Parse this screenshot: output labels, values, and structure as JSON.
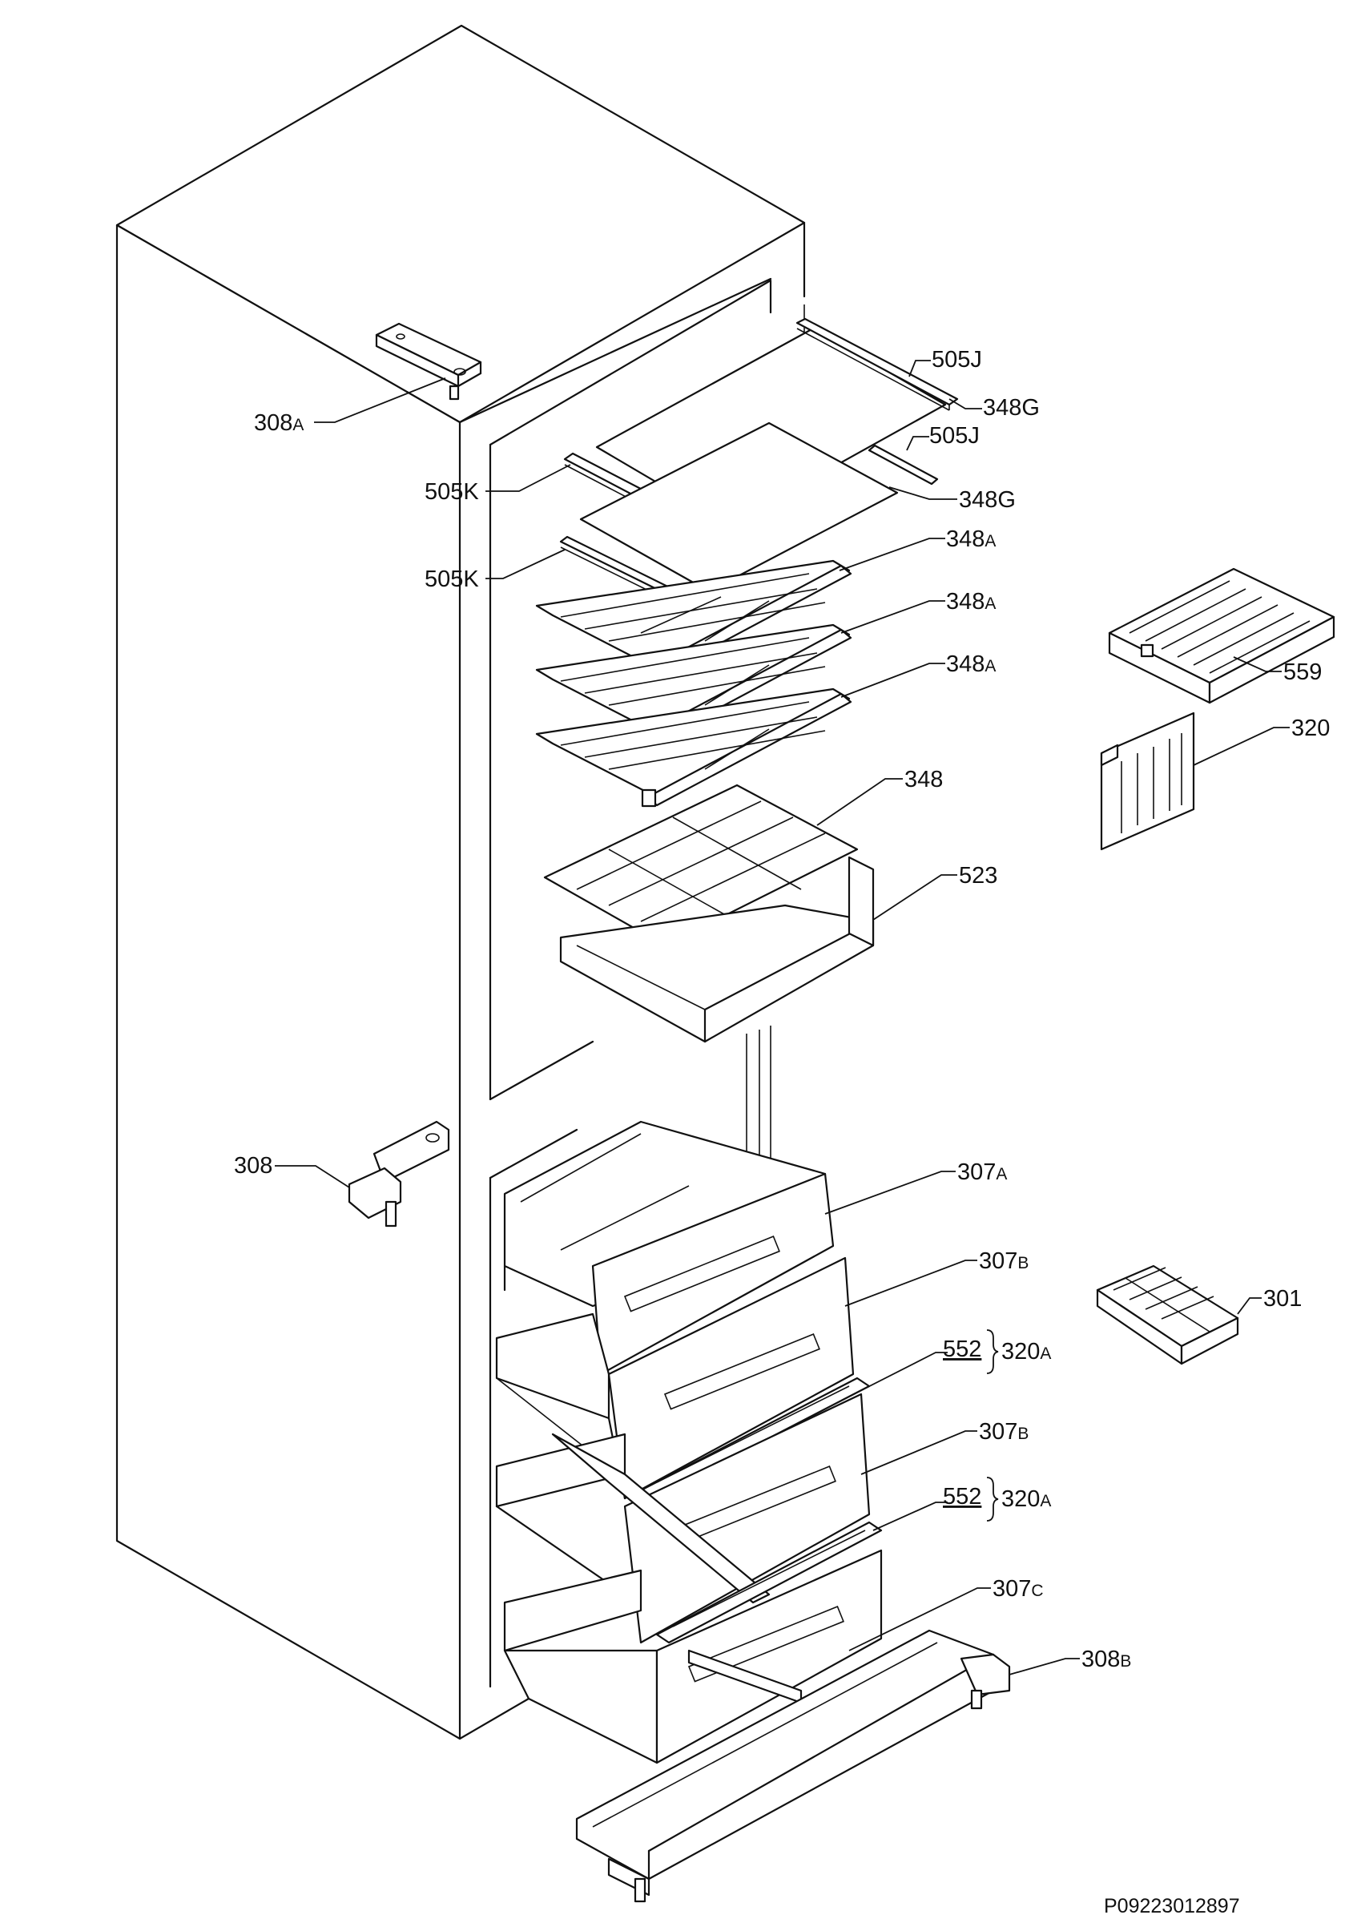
{
  "diagram": {
    "document_code": "P09223012897",
    "colors": {
      "line": "#111111",
      "background": "#ffffff"
    },
    "callouts": [
      {
        "id": "c308a",
        "label": "308",
        "suffix": "A"
      },
      {
        "id": "c505j1",
        "label": "505J",
        "suffix": ""
      },
      {
        "id": "c348g1",
        "label": "348G",
        "suffix": ""
      },
      {
        "id": "c505j2",
        "label": "505J",
        "suffix": ""
      },
      {
        "id": "c505k1",
        "label": "505K",
        "suffix": ""
      },
      {
        "id": "c348g2",
        "label": "348G",
        "suffix": ""
      },
      {
        "id": "c505k2",
        "label": "505K",
        "suffix": ""
      },
      {
        "id": "c348a1",
        "label": "348",
        "suffix": "A"
      },
      {
        "id": "c348a2",
        "label": "348",
        "suffix": "A"
      },
      {
        "id": "c348a3",
        "label": "348",
        "suffix": "A"
      },
      {
        "id": "c559",
        "label": "559",
        "suffix": ""
      },
      {
        "id": "c320",
        "label": "320",
        "suffix": ""
      },
      {
        "id": "c348",
        "label": "348",
        "suffix": ""
      },
      {
        "id": "c523",
        "label": "523",
        "suffix": ""
      },
      {
        "id": "c308",
        "label": "308",
        "suffix": ""
      },
      {
        "id": "c307a",
        "label": "307",
        "suffix": "A"
      },
      {
        "id": "c307b1",
        "label": "307",
        "suffix": "B"
      },
      {
        "id": "c301",
        "label": "301",
        "suffix": ""
      },
      {
        "id": "c552a",
        "label": "552",
        "suffix": ""
      },
      {
        "id": "c320a1",
        "label": "320",
        "suffix": "A"
      },
      {
        "id": "c307b2",
        "label": "307",
        "suffix": "B"
      },
      {
        "id": "c552b",
        "label": "552",
        "suffix": ""
      },
      {
        "id": "c320a2",
        "label": "320",
        "suffix": "A"
      },
      {
        "id": "c307c",
        "label": "307",
        "suffix": "C"
      },
      {
        "id": "c308b",
        "label": "308",
        "suffix": "B"
      }
    ]
  }
}
